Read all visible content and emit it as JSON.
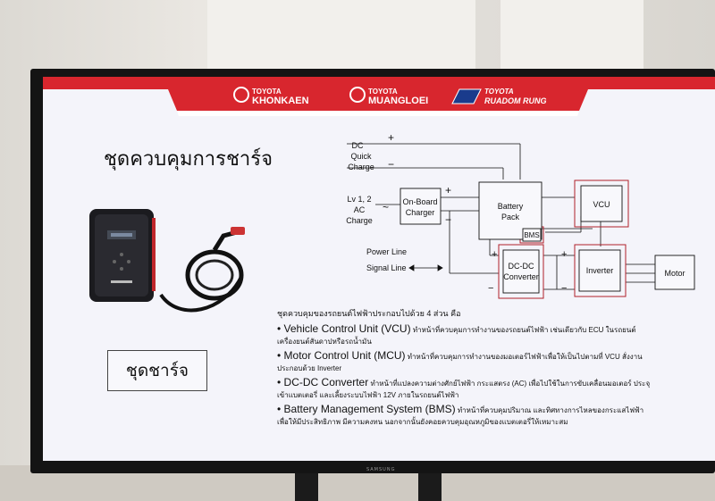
{
  "slide": {
    "logos": [
      {
        "top": "TOYOTA",
        "bottom": "KHONKAEN"
      },
      {
        "top": "TOYOTA",
        "bottom": "MUANGLOEI"
      },
      {
        "top": "TOYOTA",
        "bottom": "RUADOM RUNG"
      }
    ],
    "title": "ชุดควบคุมการชาร์จ",
    "charger_caption": "ชุดชาร์จ",
    "diagram": {
      "dc_quick": [
        "DC",
        "Quick",
        "Charge"
      ],
      "ac_charge": [
        "Lv 1, 2",
        "AC",
        "Charge"
      ],
      "tilde": "~",
      "plus": "+",
      "minus": "−",
      "onboard": [
        "On-Board",
        "Charger"
      ],
      "battery": [
        "Battery",
        "Pack"
      ],
      "bms": "BMS",
      "vcu": "VCU",
      "dcdc": [
        "DC-DC",
        "Converter"
      ],
      "inverter": "Inverter",
      "motor": "Motor",
      "power_line": "Power Line",
      "signal_line": "Signal Line"
    },
    "intro": "ชุดควบคุมของรถยนต์ไฟฟ้าประกอบไปด้วย 4 ส่วน คือ",
    "items": [
      {
        "en": "• Vehicle Control Unit (VCU)",
        "th": " ทำหน้าที่ควบคุมการทำงานของรถยนต์ไฟฟ้า เช่นเดียวกับ ECU ในรถยนต์",
        "cont": "เครื่องยนต์สันดาปหรือรถน้ำมัน"
      },
      {
        "en": "• Motor Control Unit (MCU)",
        "th": " ทำหน้าที่ควบคุมการทำงานของมอเตอร์ไฟฟ้าเพื่อให้เป็นไปตามที่ VCU สั่งงาน",
        "cont": "ประกอบด้วย Inverter"
      },
      {
        "en": "• DC-DC Converter",
        "th": " ทำหน้าที่แปลงความต่างศักย์ไฟฟ้า กระแสตรง (AC) เพื่อไปใช้ในการขับเคลื่อนมอเตอร์ ประจุ",
        "cont": "เข้าแบตเตอรี่ และเลี้ยงระบบไฟฟ้า 12V ภายในรถยนต์ไฟฟ้า"
      },
      {
        "en": "• Battery Management System (BMS)",
        "th": " ทำหน้าที่ควบคุมปริมาณ และทิศทางการไหลของกระแสไฟฟ้า",
        "cont": "เพื่อให้มีประสิทธิภาพ มีความคงทน นอกจากนั้นยังคอยควบคุมอุณหภูมิของแบตเตอรี่ให้เหมาะสม"
      }
    ]
  },
  "tv_brand": "SAMSUNG",
  "colors": {
    "banner_red": "#d8262e",
    "box_red": "#b0202a",
    "screen_bg": "#f4f4fa"
  }
}
